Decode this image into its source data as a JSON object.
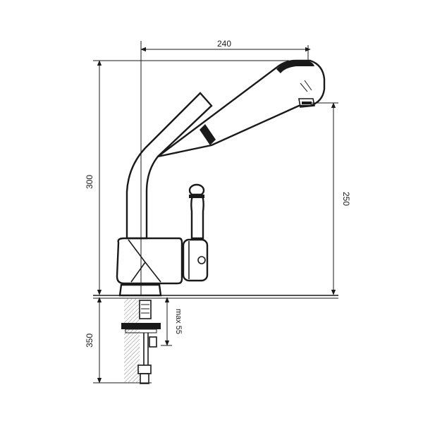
{
  "dimensions": {
    "spout_reach": "240",
    "total_height": "300",
    "spout_height": "250",
    "hose_length": "350",
    "max_counter_thickness": "max 55"
  }
}
